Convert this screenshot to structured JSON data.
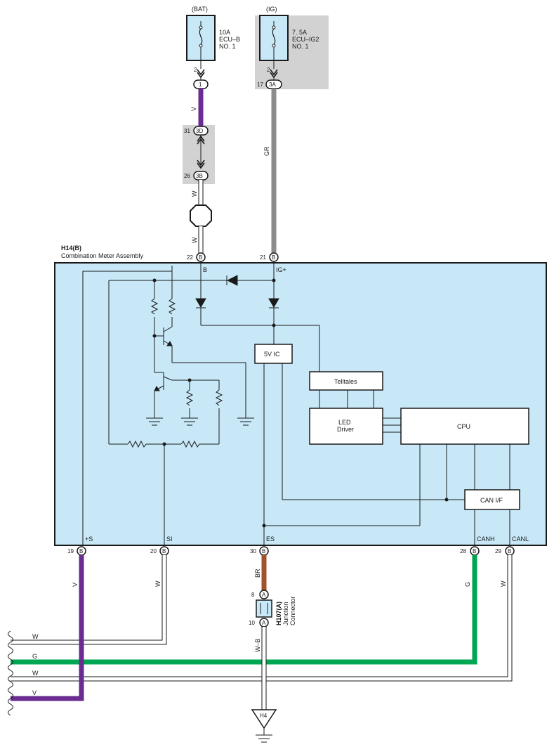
{
  "colors": {
    "panel_fill": "#c8e8f8",
    "grey_box": "#d2d2d2",
    "wire_v": "#6a2c91",
    "wire_g": "#00a651",
    "wire_gr": "#8c8c8c",
    "wire_br": "#a0522d",
    "wire_w": "#ffffff",
    "line": "#1a1a1a"
  },
  "fuses": {
    "bat": {
      "source": "(BAT)",
      "rating": "10A",
      "name1": "ECU–B",
      "name2": "NO. 1",
      "pin": "2",
      "connector": "1"
    },
    "ig": {
      "source": "(IG)",
      "rating": "7. 5A",
      "name1": "ECU–IG2",
      "name2": "NO. 1",
      "pin": "2",
      "connector_pin": "17",
      "connector": "3A"
    }
  },
  "junction_3": {
    "top_pin": "31",
    "top_conn": "3D",
    "bot_pin": "26",
    "bot_conn": "3B"
  },
  "wire_labels": {
    "v_top": "V",
    "w_upper": "W",
    "w_lower": "W",
    "gr": "GR",
    "v_bottom": "V",
    "w_si": "W",
    "br": "BR",
    "g_canh": "G",
    "w_canl": "W",
    "wb": "W–B"
  },
  "meter": {
    "id": "H14(B)",
    "name": "Combination Meter Assembly",
    "pins_top": [
      {
        "num": "22",
        "conn": "B",
        "label": "B"
      },
      {
        "num": "21",
        "conn": "B",
        "label": "IG+"
      }
    ],
    "pins_bottom": [
      {
        "num": "19",
        "conn": "B",
        "label": "+S"
      },
      {
        "num": "20",
        "conn": "B",
        "label": "SI"
      },
      {
        "num": "30",
        "conn": "B",
        "label": "ES"
      },
      {
        "num": "28",
        "conn": "B",
        "label": "CANH"
      },
      {
        "num": "29",
        "conn": "B",
        "label": "CANL"
      }
    ],
    "blocks": {
      "ic": "5V IC",
      "telltales": "Telltales",
      "led1": "LED",
      "led2": "Driver",
      "cpu": "CPU",
      "can": "CAN I/F"
    }
  },
  "junction_connector": {
    "id": "H107(A)",
    "line1": "Junction",
    "line2": "Connector",
    "top_pin": "8",
    "top_conn": "A",
    "bot_pin": "10",
    "bot_conn": "A"
  },
  "bus_labels": [
    "W",
    "G",
    "W",
    "V"
  ],
  "ground": {
    "id": "H4"
  }
}
